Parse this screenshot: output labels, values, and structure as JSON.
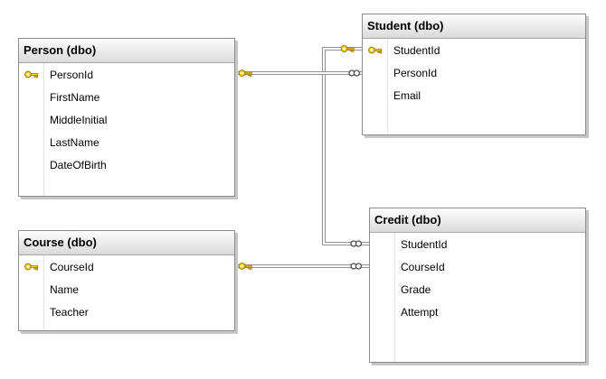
{
  "diagram": {
    "background_color": "#ffffff",
    "line_color": "#8f8f8f",
    "key_icon_color": "#ffd42a",
    "tables": [
      {
        "title": "Person (dbo)",
        "columns": [
          {
            "name": "PersonId",
            "is_primary_key": true
          },
          {
            "name": "FirstName",
            "is_primary_key": false
          },
          {
            "name": "MiddleInitial",
            "is_primary_key": false
          },
          {
            "name": "LastName",
            "is_primary_key": false
          },
          {
            "name": "DateOfBirth",
            "is_primary_key": false
          }
        ]
      },
      {
        "title": "Student (dbo)",
        "columns": [
          {
            "name": "StudentId",
            "is_primary_key": true
          },
          {
            "name": "PersonId",
            "is_primary_key": false
          },
          {
            "name": "Email",
            "is_primary_key": false
          }
        ]
      },
      {
        "title": "Course (dbo)",
        "columns": [
          {
            "name": "CourseId",
            "is_primary_key": true
          },
          {
            "name": "Name",
            "is_primary_key": false
          },
          {
            "name": "Teacher",
            "is_primary_key": false
          }
        ]
      },
      {
        "title": "Credit (dbo)",
        "columns": [
          {
            "name": "StudentId",
            "is_primary_key": false
          },
          {
            "name": "CourseId",
            "is_primary_key": false
          },
          {
            "name": "Grade",
            "is_primary_key": false
          },
          {
            "name": "Attempt",
            "is_primary_key": false
          }
        ]
      }
    ],
    "relationships": [
      {
        "one_side": "Person (dbo)",
        "many_side": "Student (dbo)",
        "one_symbol": "key",
        "many_symbol": "infinity"
      },
      {
        "one_side": "Student (dbo)",
        "many_side": "Credit (dbo)",
        "one_symbol": "key",
        "many_symbol": "infinity"
      },
      {
        "one_side": "Course (dbo)",
        "many_side": "Credit (dbo)",
        "one_symbol": "key",
        "many_symbol": "infinity"
      }
    ]
  }
}
